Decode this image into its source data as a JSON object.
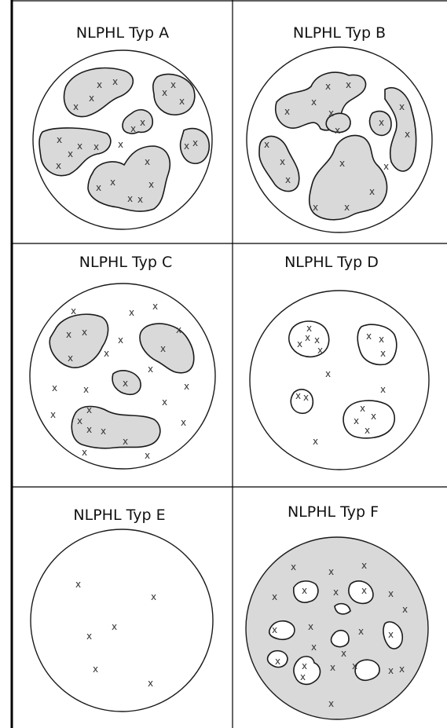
{
  "panels": [
    {
      "title": "NLPHL Typ A"
    },
    {
      "title": "NLPHL Typ B"
    },
    {
      "title": "NLPHL Typ C"
    },
    {
      "title": "NLPHL Typ D"
    },
    {
      "title": "NLPHL Typ E"
    },
    {
      "title": "NLPHL Typ F"
    }
  ],
  "cell_marker": "x",
  "colors": {
    "border": "#000000",
    "outline": "#1a1a1a",
    "nodule_fill": "#d9d9d9",
    "background": "#ffffff"
  }
}
